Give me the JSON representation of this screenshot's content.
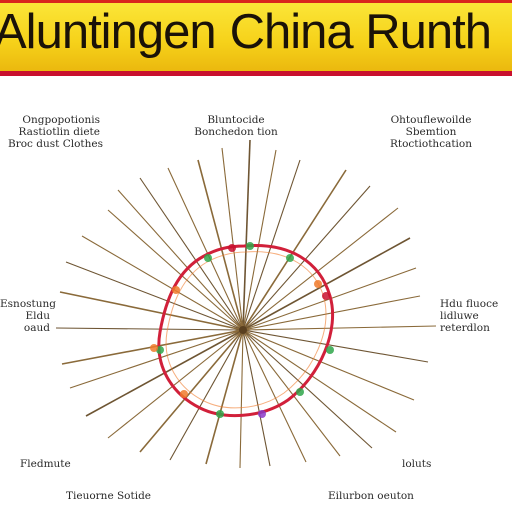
{
  "header": {
    "title_part1": "Aluntingen",
    "title_part2": "China Runth"
  },
  "colors": {
    "banner": "#f6d21a",
    "banner_rule": "#c8102e",
    "spokes": "#8a6a3a",
    "ring": "#d1203a",
    "ring_accents": "#2fa64a"
  },
  "labels": {
    "top_left": [
      "Ongpopotionis",
      "Rastiotlin diete",
      "Broc dust Clothes"
    ],
    "top_center": [
      "Bluntocide",
      "Bonchedon tion"
    ],
    "top_right": [
      "Ohtouflewoilde",
      "Sbemtion",
      "Rtoctiothcation"
    ],
    "mid_left": [
      "Esnostung",
      "Eldu",
      "oaud"
    ],
    "mid_right": [
      "Hdu fluoce",
      "lidluwe",
      "reterdlon"
    ],
    "bottom_left": [
      "Fledmute"
    ],
    "bottom_right": [
      "loluts"
    ],
    "bottom_left_lower": [
      "Tieuorne Sotide"
    ],
    "bottom_right_lower": [
      "Eilurbon oeuton"
    ]
  }
}
